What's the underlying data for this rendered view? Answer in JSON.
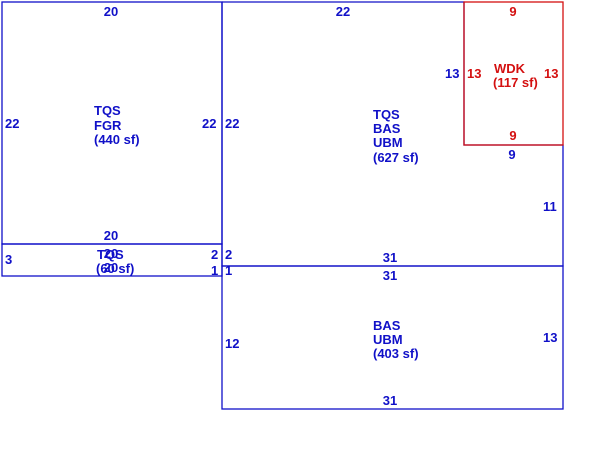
{
  "colors": {
    "primary_line": "#1010c8",
    "deck_line": "#d41010",
    "background": "#ffffff"
  },
  "garage": {
    "label_line1": "TQS",
    "label_line2": "FGR",
    "area": "(440 sf)",
    "dim_top": "20",
    "dim_bottom": "20",
    "dim_left": "22",
    "dim_right": "22"
  },
  "strip": {
    "label_line1": "TQS",
    "area": "(60 sf)",
    "dim_top": "20",
    "dim_bottom": "20",
    "dim_left": "3",
    "dim_right_top": "2",
    "dim_right_bottom": "1"
  },
  "basement_upper": {
    "label_line1": "TQS",
    "label_line2": "BAS",
    "label_line3": "UBM",
    "area": "(627 sf)",
    "dim_top": "22",
    "dim_left": "22",
    "dim_right": "11",
    "dim_bottom": "31",
    "dim_left_small_top": "2",
    "dim_left_small_bottom": "1",
    "dim_notch": "9",
    "dim_notch_side": "13"
  },
  "deck": {
    "label_line1": "WDK",
    "area": "(117 sf)",
    "dim_top": "9",
    "dim_bottom": "9",
    "dim_left": "13",
    "dim_right": "13"
  },
  "basement_lower": {
    "label_line1": "BAS",
    "label_line2": "UBM",
    "area": "(403 sf)",
    "dim_top": "31",
    "dim_bottom": "31",
    "dim_left": "12",
    "dim_right": "13"
  }
}
